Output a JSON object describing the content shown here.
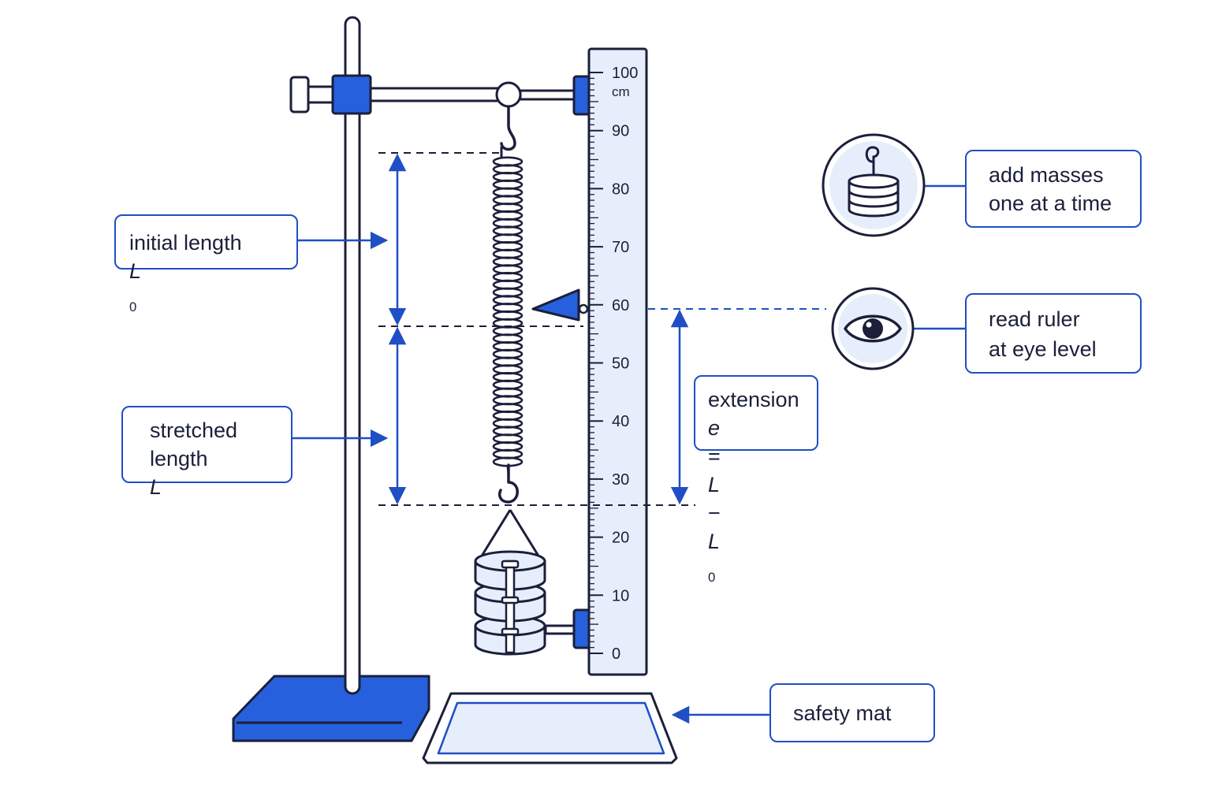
{
  "labels": {
    "initial_length": {
      "text": "initial length ",
      "symbol": "L",
      "subscript": "0"
    },
    "stretched_length": {
      "line1": "stretched",
      "line2_text": "length ",
      "line2_symbol": "L"
    },
    "extension": {
      "line1": "extension",
      "formula_e": "e",
      "formula_eq": " = ",
      "formula_L": "L",
      "formula_minus": " − ",
      "formula_L0": "L",
      "formula_sub": "0"
    },
    "add_masses": {
      "line1": "add masses",
      "line2": "one at a time"
    },
    "read_ruler": {
      "line1": "read ruler",
      "line2": "at eye level"
    },
    "safety_mat": "safety mat"
  },
  "ruler": {
    "unit": "cm",
    "major_ticks": [
      "100",
      "90",
      "80",
      "70",
      "60",
      "50",
      "40",
      "30",
      "20",
      "10",
      "0"
    ]
  },
  "icons": {
    "masses_icon": "hanging-mass-icon",
    "eye_icon": "eye-icon"
  },
  "colors": {
    "accent": "#1f4fc4",
    "accent_fill": "#2660dc",
    "light_fill": "#e6eefb",
    "ink": "#1b1f3a"
  }
}
